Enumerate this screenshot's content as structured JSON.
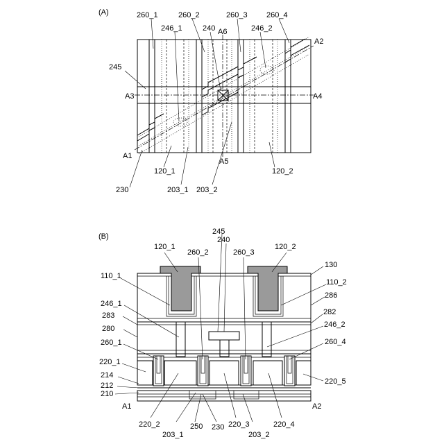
{
  "panels": {
    "a": {
      "caption": "(A)",
      "labels": {
        "l260_1": "260_1",
        "l260_2": "260_2",
        "l260_3": "260_3",
        "l260_4": "260_4",
        "l246_1": "246_1",
        "l240": "240",
        "lA6": "A6",
        "l246_2": "246_2",
        "lA2": "A2",
        "l245": "245",
        "lA3": "A3",
        "lA4": "A4",
        "lA1": "A1",
        "lA5": "A5",
        "l120_1": "120_1",
        "l120_2": "120_2",
        "l230": "230",
        "l203_1": "203_1",
        "l203_2": "203_2"
      }
    },
    "b": {
      "caption": "(B)",
      "labels": {
        "l245": "245",
        "l120_1": "120_1",
        "l260_2": "260_2",
        "l240": "240",
        "l260_3": "260_3",
        "l120_2": "120_2",
        "l130": "130",
        "l110_1": "110_1",
        "l110_2": "110_2",
        "l286": "286",
        "l246_1": "246_1",
        "l282": "282",
        "l283": "283",
        "l280": "280",
        "l246_2": "246_2",
        "l260_1": "260_1",
        "l260_4": "260_4",
        "l220_1": "220_1",
        "l214": "214",
        "l212": "212",
        "l210": "210",
        "l220_5": "220_5",
        "lA1": "A1",
        "lA2": "A2",
        "l220_2": "220_2",
        "l250": "250",
        "l203_1": "203_1",
        "l230": "230",
        "l220_3": "220_3",
        "l203_2": "203_2",
        "l220_4": "220_4"
      }
    }
  }
}
